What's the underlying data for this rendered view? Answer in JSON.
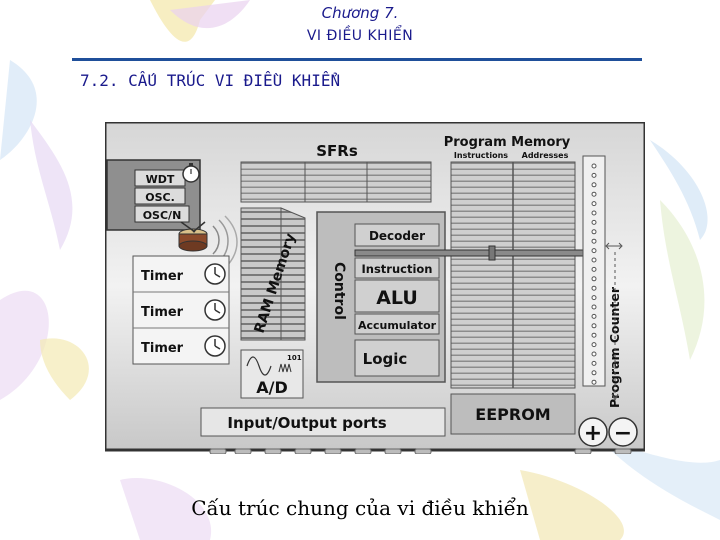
{
  "header": {
    "chapter": "Chương 7.",
    "chapter_title": "VI ĐIỀU KHIỂN"
  },
  "section": {
    "title": "7.2. CẤU TRÚC VI ĐIỀU KHIỂN"
  },
  "diagram": {
    "labels": {
      "sfrs": "SFRs",
      "program_memory": "Program Memory",
      "instructions": "Instructions",
      "addresses": "Addresses",
      "wdt": "WDT",
      "osc": "OSC.",
      "oscn": "OSC/N",
      "timer1": "Timer",
      "timer2": "Timer",
      "timer3": "Timer",
      "ram_memory": "RAM Memory",
      "control": "Control",
      "decoder": "Decoder",
      "instruction": "Instruction",
      "alu": "ALU",
      "accumulator": "Accumulator",
      "logic": "Logic",
      "ad": "A/D",
      "io_ports": "Input/Output ports",
      "eeprom": "EEPROM",
      "program_counter": "Program Counter",
      "plus": "+",
      "minus": "−",
      "ad_bits": "101"
    }
  },
  "caption": "Cấu trúc chung của vi điều khiển",
  "colors": {
    "title_text": "#1a1a8c",
    "rule": "#1f4f9a",
    "panel": "#e6e6e6",
    "block": "#cfcfcf",
    "block_dark": "#a9a9a9"
  },
  "icons": [
    "clock-icon",
    "drum-icon",
    "crystal-icon",
    "plus-icon",
    "minus-icon"
  ]
}
